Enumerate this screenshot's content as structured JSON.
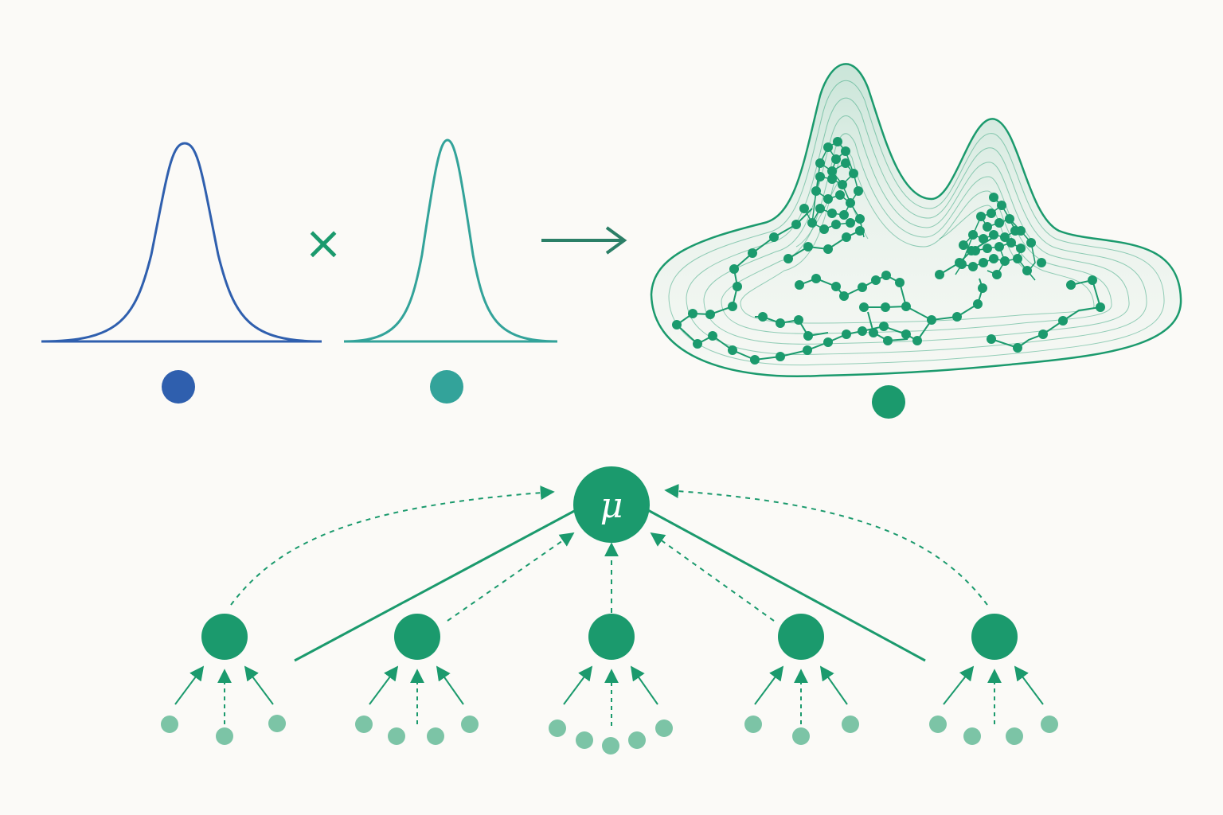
{
  "colors": {
    "background": "#fbfaf7",
    "blue": "#2f5fae",
    "teal": "#33a39a",
    "green": "#1b9a6d",
    "light_green": "#7cc4a6"
  },
  "symbols": {
    "times": "×",
    "hub": "μ"
  },
  "icons": {
    "operator": "times-icon",
    "arrow": "right-arrow-icon"
  },
  "hierarchy": {
    "groups": 5,
    "leaves_per_group": [
      3,
      4,
      5,
      3,
      4
    ]
  }
}
